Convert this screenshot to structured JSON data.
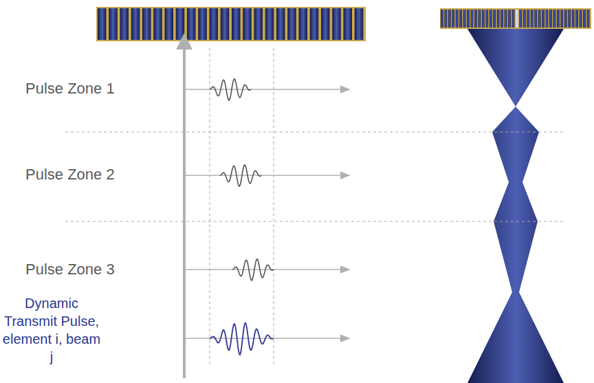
{
  "diagram": {
    "labels": [
      "Pulse Zone 1",
      "Pulse Zone 2",
      "Pulse Zone 3",
      "Dynamic Transmit Pulse, element i, beam j"
    ]
  }
}
